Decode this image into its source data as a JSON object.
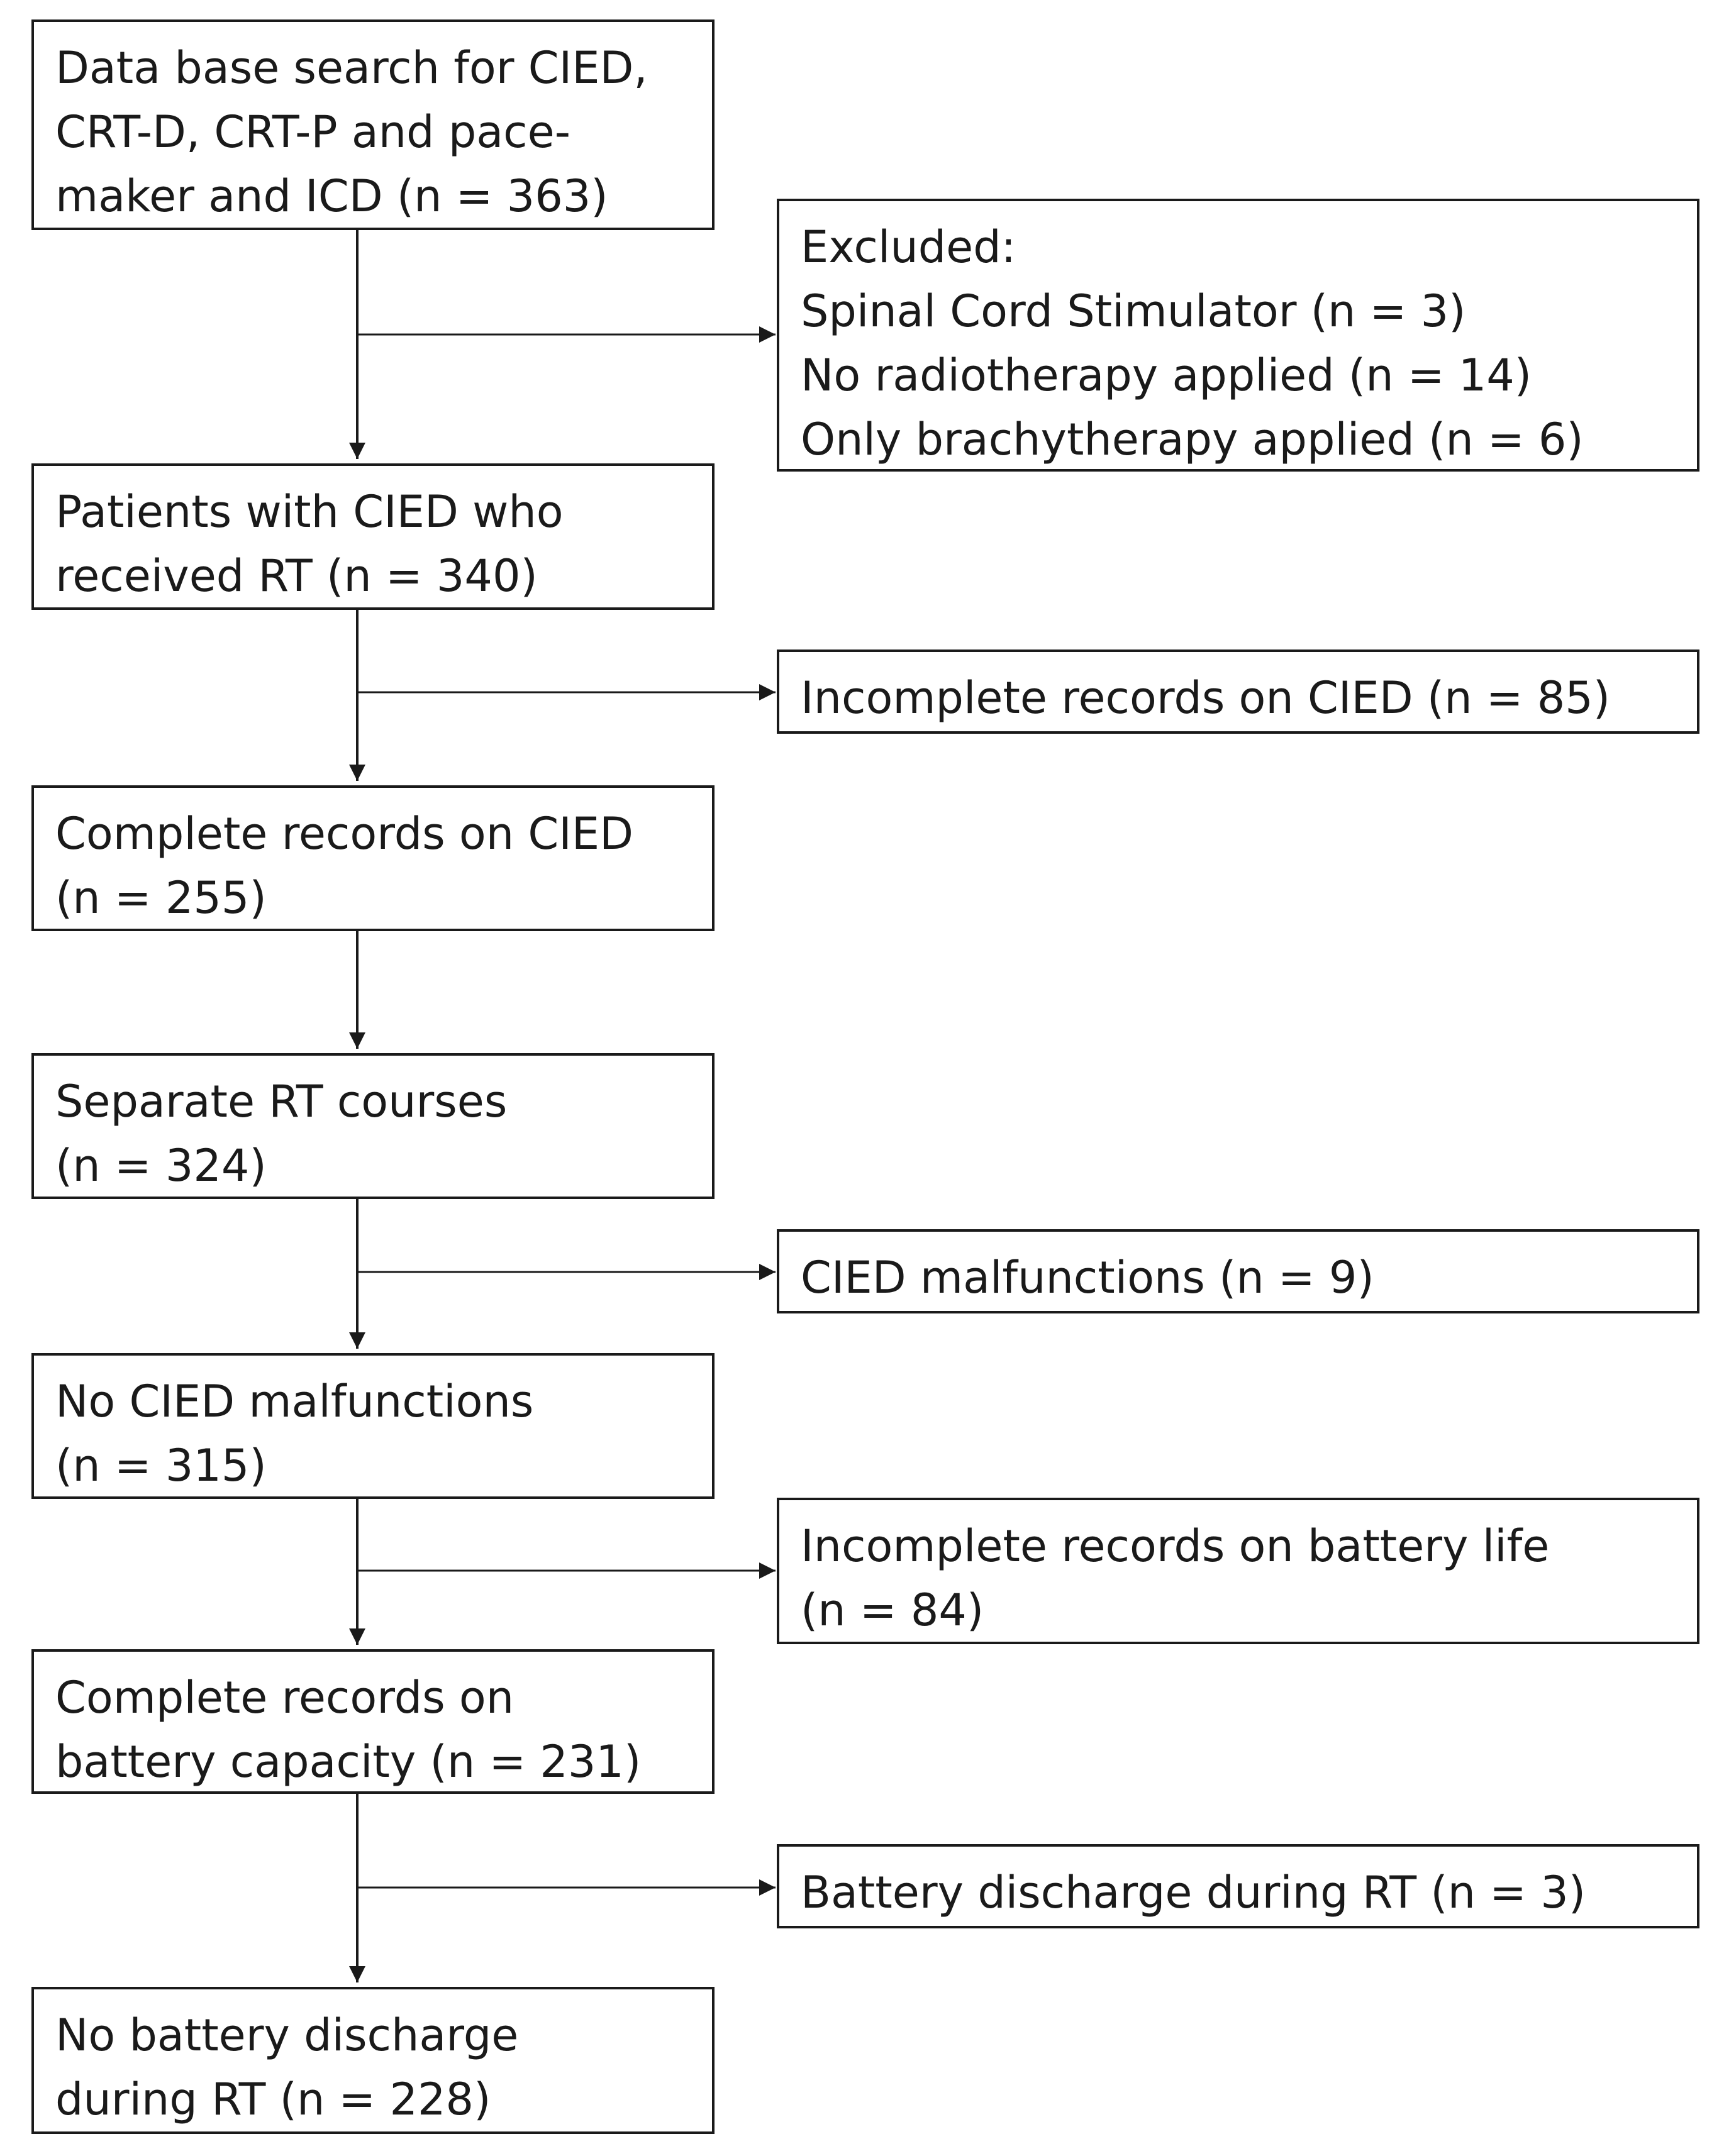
{
  "flow": {
    "main": [
      {
        "lines": [
          "Data base search for CIED,",
          "CRT-D, CRT-P and pace-",
          "maker and ICD (n = 363)"
        ]
      },
      {
        "lines": [
          "Patients with CIED who",
          "received RT (n = 340)"
        ]
      },
      {
        "lines": [
          "Complete records on CIED",
          "(n = 255)"
        ]
      },
      {
        "lines": [
          "Separate RT courses",
          "(n = 324)"
        ]
      },
      {
        "lines": [
          "No CIED malfunctions",
          "(n = 315)"
        ]
      },
      {
        "lines": [
          "Complete records on",
          "battery capacity (n = 231)"
        ]
      },
      {
        "lines": [
          "No battery discharge",
          "during RT (n = 228)"
        ]
      }
    ],
    "side": [
      {
        "lines": [
          "Excluded:",
          "Spinal Cord Stimulator (n = 3)",
          "No radiotherapy applied (n = 14)",
          "Only brachytherapy applied (n = 6)"
        ]
      },
      {
        "lines": [
          "Incomplete records on CIED (n = 85)"
        ]
      },
      {
        "lines": [
          "CIED malfunctions (n = 9)"
        ]
      },
      {
        "lines": [
          "Incomplete records on battery life",
          "(n = 84)"
        ]
      },
      {
        "lines": [
          "Battery discharge during RT (n = 3)"
        ]
      }
    ]
  }
}
